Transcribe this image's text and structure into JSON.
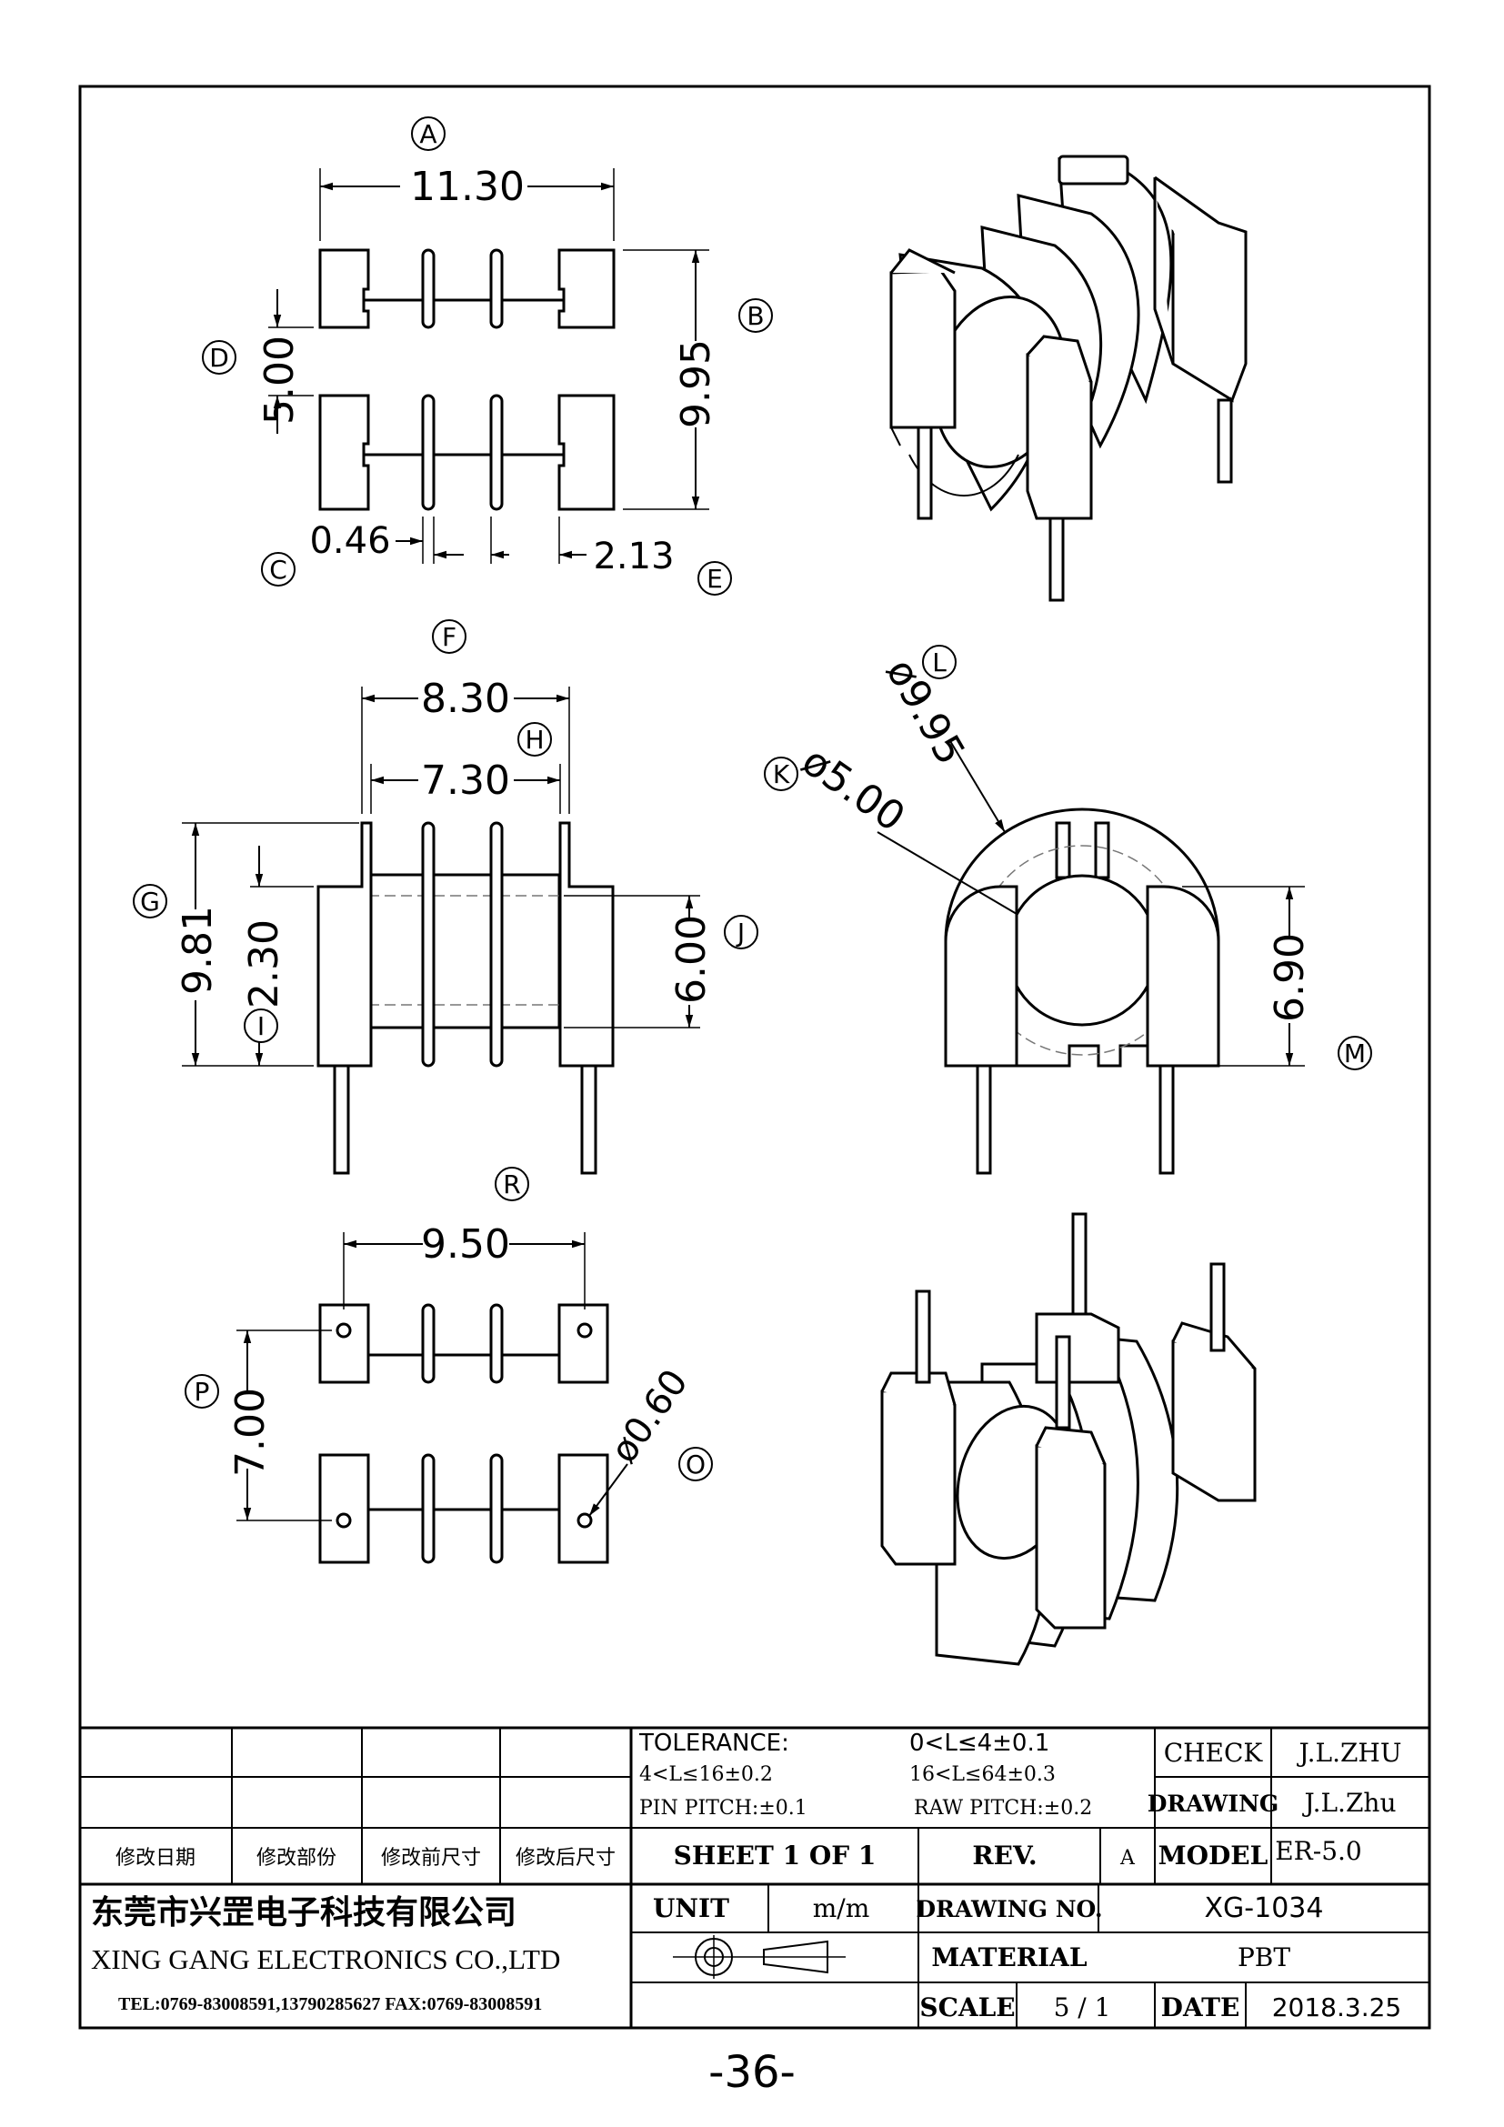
{
  "dimensions": {
    "a": "11.30",
    "b": "9.95",
    "c": "0.46",
    "d": "5.00",
    "e": "2.13",
    "f": "8.30",
    "g": "9.81",
    "h": "7.30",
    "i": "2.30",
    "j": "6.00",
    "k": "ø5.00",
    "l": "ø9.95",
    "m": "6.90",
    "o": "ø0.60",
    "p": "7.00",
    "r": "9.50"
  },
  "bubbles": [
    "A",
    "B",
    "C",
    "D",
    "E",
    "F",
    "G",
    "H",
    "I",
    "J",
    "K",
    "L",
    "M",
    "O",
    "P",
    "R"
  ],
  "title_block": {
    "tolerance_label": "TOLERANCE:",
    "tol_1": "0<L≤4±0.1",
    "tol_2": "4<L≤16±0.2",
    "tol_3": "16<L≤64±0.3",
    "pin_pitch": "PIN PITCH:±0.1",
    "raw_pitch": "RAW PITCH:±0.2",
    "rev_headers": [
      "修改日期",
      "修改部份",
      "修改前尺寸",
      "修改后尺寸"
    ],
    "sheet": "SHEET 1 OF 1",
    "rev_label": "REV.",
    "rev_value": "A",
    "check_label": "CHECK",
    "check_value": "J.L.ZHU",
    "drawing_label": "DRAWING",
    "drawing_value": "J.L.Zhu",
    "model_label": "MODEL",
    "model_value": "ER-5.0",
    "company_cn": "东莞市兴罡电子科技有限公司",
    "company_en": "XING GANG ELECTRONICS CO.,LTD",
    "contact": "TEL:0769-83008591,13790285627 FAX:0769-83008591",
    "unit_label": "UNIT",
    "unit_value": "m/m",
    "drawing_no_label": "DRAWING NO.",
    "drawing_no_value": "XG-1034",
    "material_label": "MATERIAL",
    "material_value": "PBT",
    "scale_label": "SCALE",
    "scale_value": "5 / 1",
    "date_label": "DATE",
    "date_value": "2018.3.25"
  },
  "page_number": "-36-"
}
